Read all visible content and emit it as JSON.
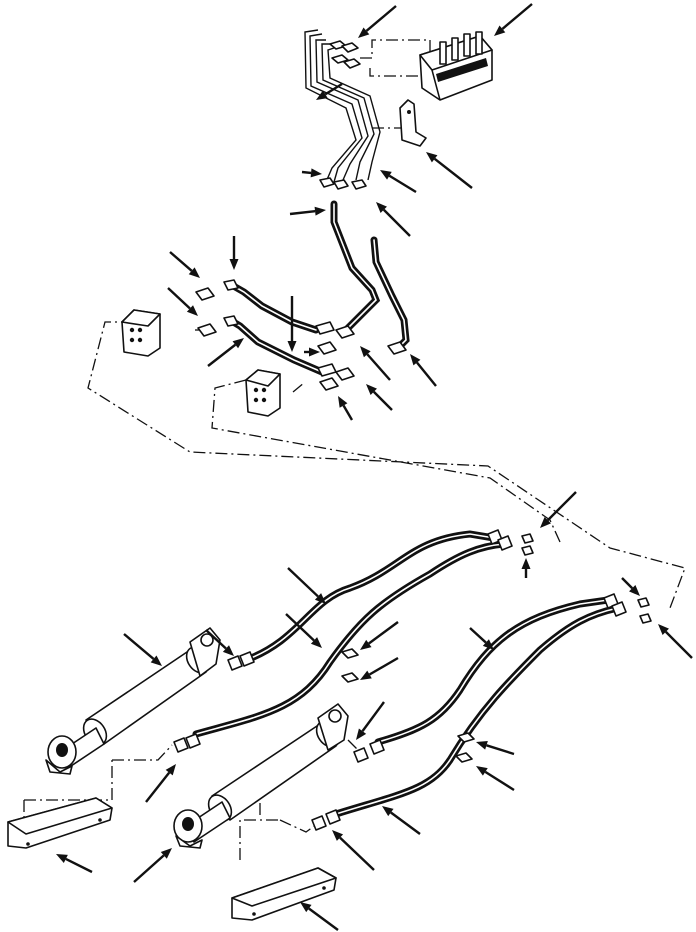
{
  "diagram": {
    "labels": []
  },
  "colors": {
    "ink": "#111111",
    "paper": "#ffffff"
  },
  "icons": [
    "arrow-callout",
    "hydraulic-hose",
    "hydraulic-cylinder",
    "control-valve",
    "mounting-bracket",
    "cylinder-guard"
  ]
}
